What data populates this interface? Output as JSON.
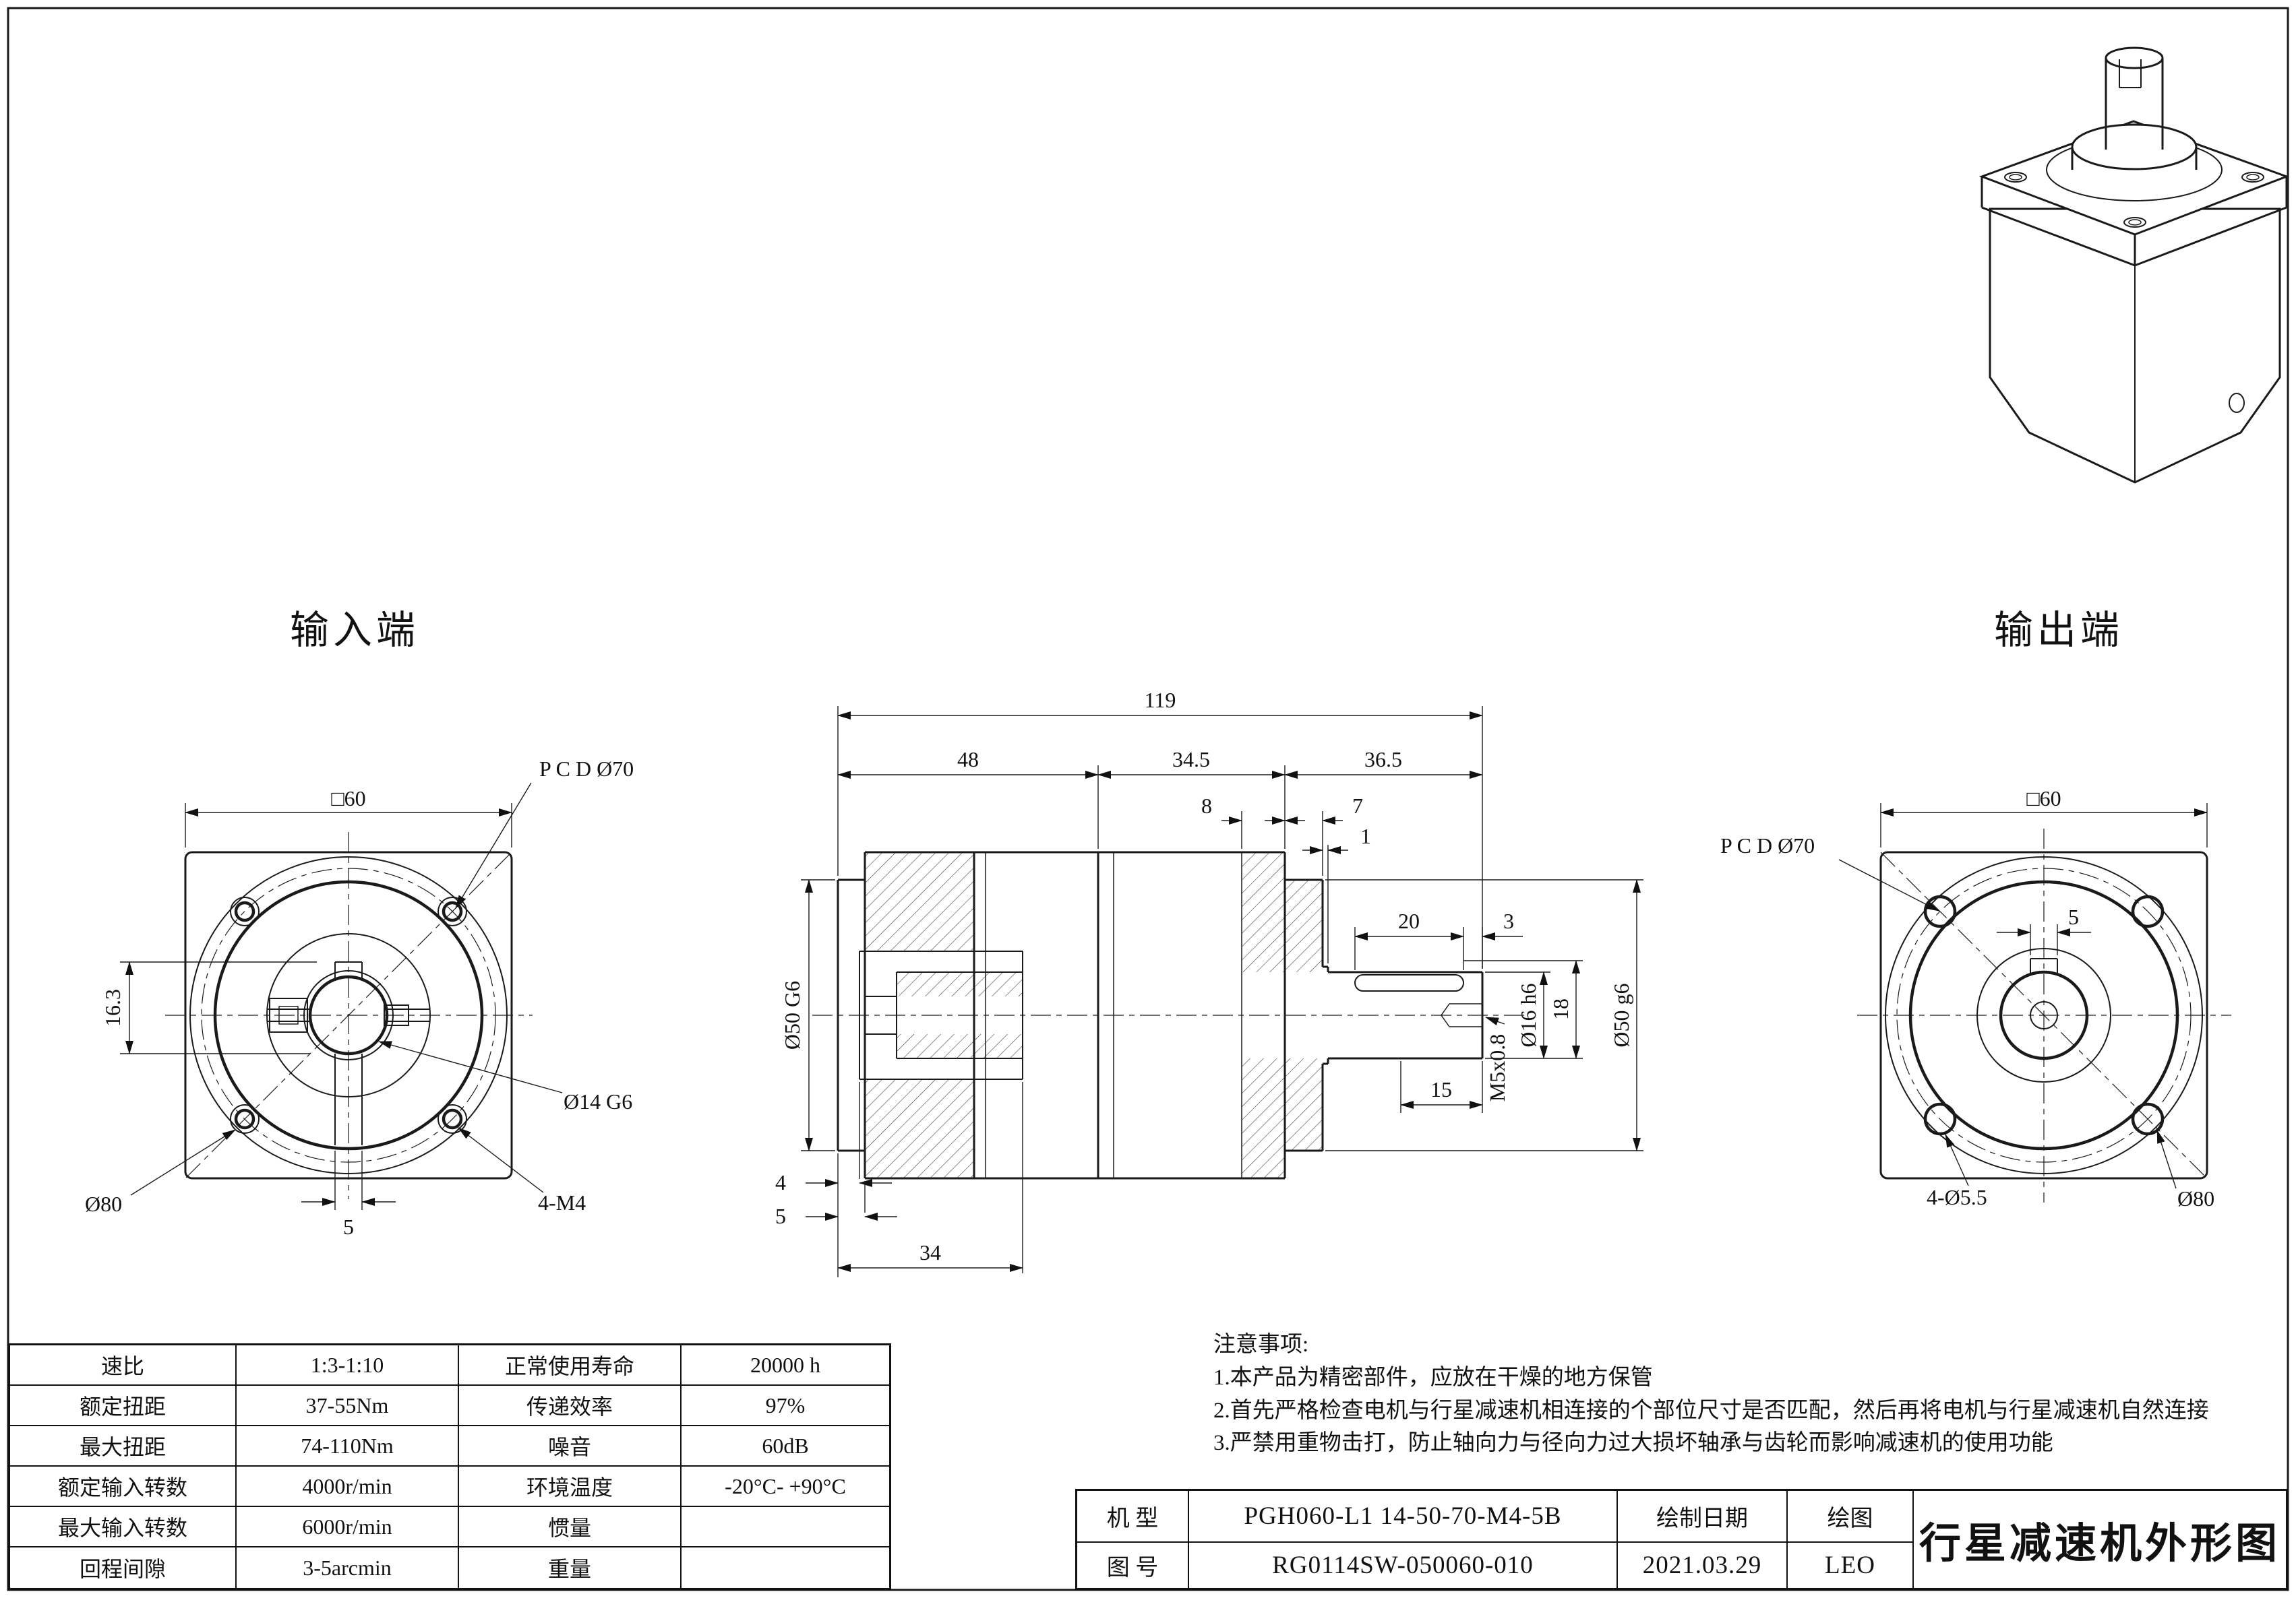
{
  "page": {
    "background": "#ffffff",
    "line_color": "#1a1a1a"
  },
  "views": {
    "input_label": "输入端",
    "output_label": "输出端"
  },
  "dims": {
    "square60": "□60",
    "pcd70": "P C D Ø70",
    "depth163": "16.3",
    "bore14": "Ø14 G6",
    "dia80": "Ø80",
    "tap4m4": "4-M4",
    "w5": "5",
    "len119": "119",
    "len48": "48",
    "len345": "34.5",
    "len365": "36.5",
    "len8": "8",
    "len7": "7",
    "len1": "1",
    "len20": "20",
    "len3": "3",
    "len15": "15",
    "tapm5": "M5x0.8",
    "shaft16": "Ø16 h6",
    "h18": "18",
    "pilot50out": "Ø50 g6",
    "pilot50in": "Ø50 G6",
    "len4": "4",
    "len34": "34",
    "holes55": "4-Ø5.5"
  },
  "spec_table": {
    "rows": [
      [
        "速比",
        "1:3-1:10",
        "正常使用寿命",
        "20000 h"
      ],
      [
        "额定扭距",
        "37-55Nm",
        "传递效率",
        "97%"
      ],
      [
        "最大扭距",
        "74-110Nm",
        "噪音",
        "60dB"
      ],
      [
        "额定输入转数",
        "4000r/min",
        "环境温度",
        "-20°C- +90°C"
      ],
      [
        "最大输入转数",
        "6000r/min",
        "惯量",
        ""
      ],
      [
        "回程间隙",
        "3-5arcmin",
        "重量",
        ""
      ]
    ]
  },
  "notes": {
    "heading": "注意事项:",
    "items": [
      "1.本产品为精密部件，应放在干燥的地方保管",
      "2.首先严格检查电机与行星减速机相连接的个部位尺寸是否匹配，然后再将电机与行星减速机自然连接",
      "3.严禁用重物击打，防止轴向力与径向力过大损坏轴承与齿轮而影响减速机的使用功能"
    ]
  },
  "title_block": {
    "model_label": "机 型",
    "model_value": "PGH060-L1 14-50-70-M4-5B",
    "date_label": "绘制日期",
    "drawer_label": "绘图",
    "no_label": "图 号",
    "no_value": "RG0114SW-050060-010",
    "date_value": "2021.03.29",
    "drawer_value": "LEO",
    "title": "行星减速机外形图"
  }
}
